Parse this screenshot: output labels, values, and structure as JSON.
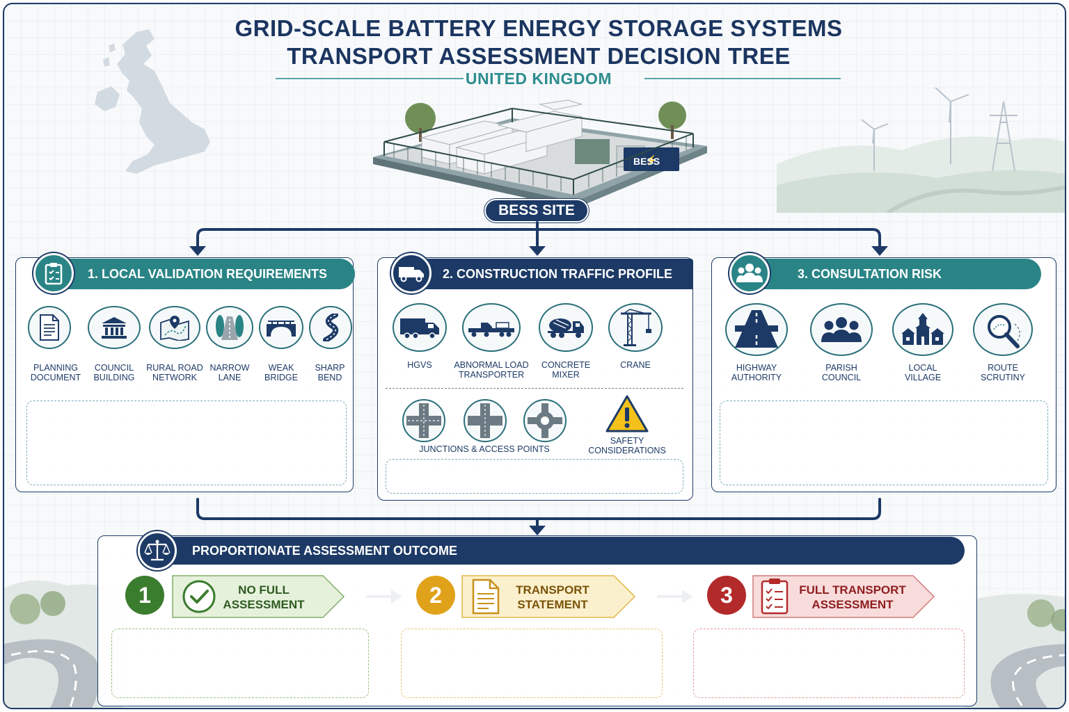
{
  "header": {
    "title_line1": "GRID-SCALE BATTERY ENERGY STORAGE SYSTEMS",
    "title_line2": "TRANSPORT ASSESSMENT DECISION TREE",
    "subtitle": "UNITED KINGDOM"
  },
  "site": {
    "sign": "BESS",
    "label": "BESS SITE"
  },
  "colors": {
    "navy": "#1d3a66",
    "teal": "#2a8486",
    "green": "#3b7d2e",
    "amber": "#e0a21a",
    "red": "#b32a2a"
  },
  "panels": {
    "local": {
      "title": "1. LOCAL VALIDATION REQUIREMENTS",
      "icon": "clipboard-icon",
      "items": [
        {
          "label_1": "PLANNING",
          "label_2": "DOCUMENT",
          "icon": "document-icon"
        },
        {
          "label_1": "COUNCIL",
          "label_2": "BUILDING",
          "icon": "council-building-icon"
        },
        {
          "label_1": "RURAL ROAD",
          "label_2": "NETWORK",
          "icon": "map-pin-icon"
        },
        {
          "label_1": "NARROW",
          "label_2": "LANE",
          "icon": "narrow-lane-icon"
        },
        {
          "label_1": "WEAK",
          "label_2": "BRIDGE",
          "icon": "bridge-icon"
        },
        {
          "label_1": "SHARP",
          "label_2": "BEND",
          "icon": "sharp-bend-icon"
        }
      ]
    },
    "traffic": {
      "title": "2. CONSTRUCTION TRAFFIC PROFILE",
      "icon": "truck-icon",
      "vehicles": [
        {
          "label_1": "HGVs",
          "label_2": "",
          "icon": "hgv-icon"
        },
        {
          "label_1": "ABNORMAL LOAD",
          "label_2": "TRANSPORTER",
          "icon": "low-loader-icon"
        },
        {
          "label_1": "CONCRETE",
          "label_2": "MIXER",
          "icon": "concrete-mixer-icon"
        },
        {
          "label_1": "CRANE",
          "label_2": "",
          "icon": "crane-icon"
        }
      ],
      "junctions_label": "JUNCTIONS & ACCESS POINTS",
      "safety_label_1": "SAFETY",
      "safety_label_2": "CONSIDERATIONS"
    },
    "consultation": {
      "title": "3. CONSULTATION RISK",
      "icon": "people-icon",
      "items": [
        {
          "label_1": "HIGHWAY",
          "label_2": "AUTHORITY",
          "icon": "highway-icon"
        },
        {
          "label_1": "PARISH",
          "label_2": "COUNCIL",
          "icon": "group-icon"
        },
        {
          "label_1": "LOCAL",
          "label_2": "VILLAGE",
          "icon": "village-icon"
        },
        {
          "label_1": "ROUTE",
          "label_2": "SCRUTINY",
          "icon": "magnifier-icon"
        }
      ]
    }
  },
  "outcome": {
    "title": "PROPORTIONATE ASSESSMENT OUTCOME",
    "icon": "scales-icon",
    "steps": [
      {
        "number": "1",
        "label_1": "NO FULL",
        "label_2": "ASSESSMENT",
        "icon": "check-icon"
      },
      {
        "number": "2",
        "label_1": "TRANSPORT",
        "label_2": "STATEMENT",
        "icon": "statement-icon"
      },
      {
        "number": "3",
        "label_1": "FULL TRANSPORT",
        "label_2": "ASSESSMENT",
        "icon": "checklist-icon"
      }
    ]
  }
}
